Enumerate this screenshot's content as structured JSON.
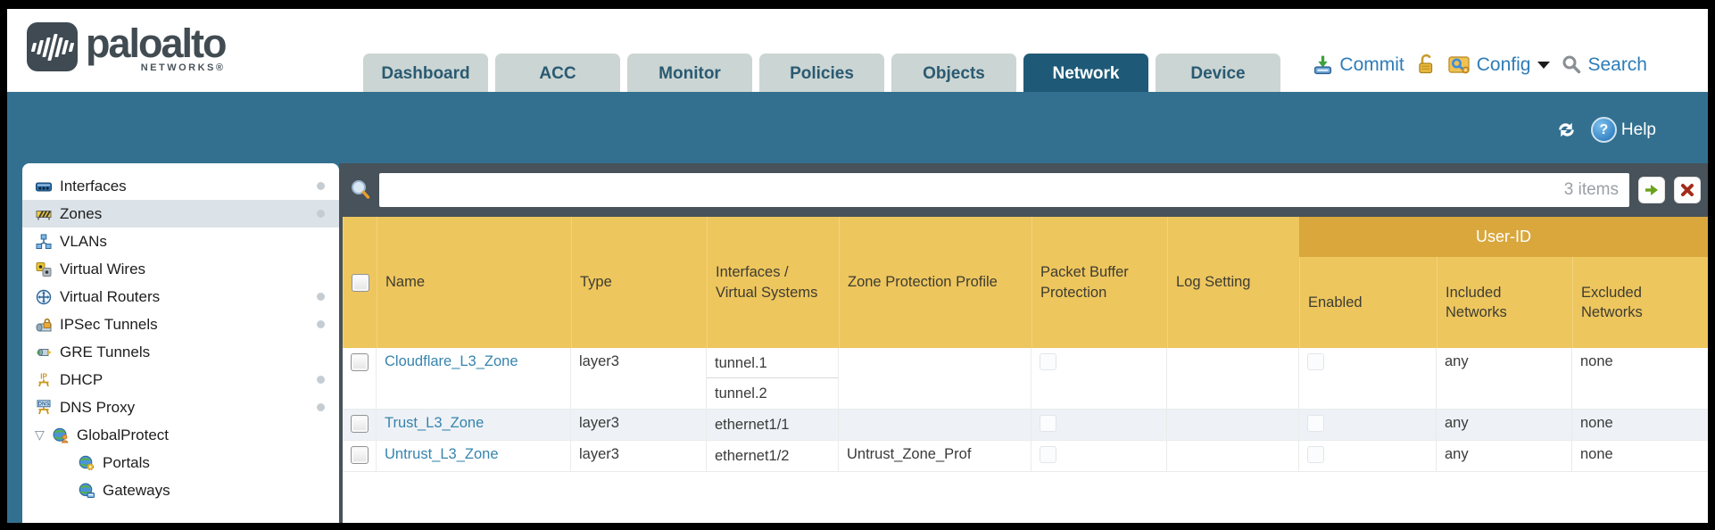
{
  "brand": {
    "name": "paloalto",
    "sub": "NETWORKS®"
  },
  "nav": {
    "tabs": [
      {
        "label": "Dashboard",
        "active": false
      },
      {
        "label": "ACC",
        "active": false
      },
      {
        "label": "Monitor",
        "active": false
      },
      {
        "label": "Policies",
        "active": false
      },
      {
        "label": "Objects",
        "active": false
      },
      {
        "label": "Network",
        "active": true
      },
      {
        "label": "Device",
        "active": false
      }
    ]
  },
  "header_actions": {
    "commit": "Commit",
    "config": "Config",
    "search": "Search"
  },
  "toolbar": {
    "help": "Help"
  },
  "sidebar": {
    "items": [
      {
        "label": "Interfaces",
        "icon": "interfaces-icon",
        "dot": true,
        "selected": false,
        "indent": 0
      },
      {
        "label": "Zones",
        "icon": "zones-icon",
        "dot": true,
        "selected": true,
        "indent": 0
      },
      {
        "label": "VLANs",
        "icon": "vlans-icon",
        "dot": false,
        "selected": false,
        "indent": 0
      },
      {
        "label": "Virtual Wires",
        "icon": "virtual-wires-icon",
        "dot": false,
        "selected": false,
        "indent": 0
      },
      {
        "label": "Virtual Routers",
        "icon": "virtual-routers-icon",
        "dot": true,
        "selected": false,
        "indent": 0
      },
      {
        "label": "IPSec Tunnels",
        "icon": "ipsec-tunnels-icon",
        "dot": true,
        "selected": false,
        "indent": 0
      },
      {
        "label": "GRE Tunnels",
        "icon": "gre-tunnels-icon",
        "dot": false,
        "selected": false,
        "indent": 0
      },
      {
        "label": "DHCP",
        "icon": "dhcp-icon",
        "dot": true,
        "selected": false,
        "indent": 0
      },
      {
        "label": "DNS Proxy",
        "icon": "dns-proxy-icon",
        "dot": true,
        "selected": false,
        "indent": 0
      },
      {
        "label": "GlobalProtect",
        "icon": "globalprotect-icon",
        "dot": false,
        "selected": false,
        "indent": 0,
        "expanded": true
      },
      {
        "label": "Portals",
        "icon": "portals-icon",
        "dot": false,
        "selected": false,
        "indent": 1
      },
      {
        "label": "Gateways",
        "icon": "gateways-icon",
        "dot": false,
        "selected": false,
        "indent": 1
      }
    ]
  },
  "filter": {
    "value": "",
    "count": "3 items"
  },
  "table": {
    "user_id_group_label": "User-ID",
    "columns": [
      "Name",
      "Type",
      "Interfaces / Virtual Systems",
      "Zone Protection Profile",
      "Packet Buffer Protection",
      "Log Setting",
      "Enabled",
      "Included Networks",
      "Excluded Networks"
    ],
    "rows": [
      {
        "name": "Cloudflare_L3_Zone",
        "type": "layer3",
        "interfaces": [
          "tunnel.1",
          "tunnel.2"
        ],
        "zone_protection_profile": "",
        "packet_buffer_protection": false,
        "log_setting": "",
        "user_id_enabled": false,
        "included_networks": "any",
        "excluded_networks": "none"
      },
      {
        "name": "Trust_L3_Zone",
        "type": "layer3",
        "interfaces": [
          "ethernet1/1"
        ],
        "zone_protection_profile": "",
        "packet_buffer_protection": false,
        "log_setting": "",
        "user_id_enabled": false,
        "included_networks": "any",
        "excluded_networks": "none"
      },
      {
        "name": "Untrust_L3_Zone",
        "type": "layer3",
        "interfaces": [
          "ethernet1/2"
        ],
        "zone_protection_profile": "Untrust_Zone_Prof",
        "packet_buffer_protection": false,
        "log_setting": "",
        "user_id_enabled": false,
        "included_networks": "any",
        "excluded_networks": "none"
      }
    ]
  },
  "colors": {
    "teal": "#33708f",
    "slate": "#47525a",
    "gold": "#eec65e",
    "gold_dark": "#d9a73c",
    "tab_active": "#1e5a77",
    "link": "#3784ad",
    "action_blue": "#2e7cb8"
  }
}
